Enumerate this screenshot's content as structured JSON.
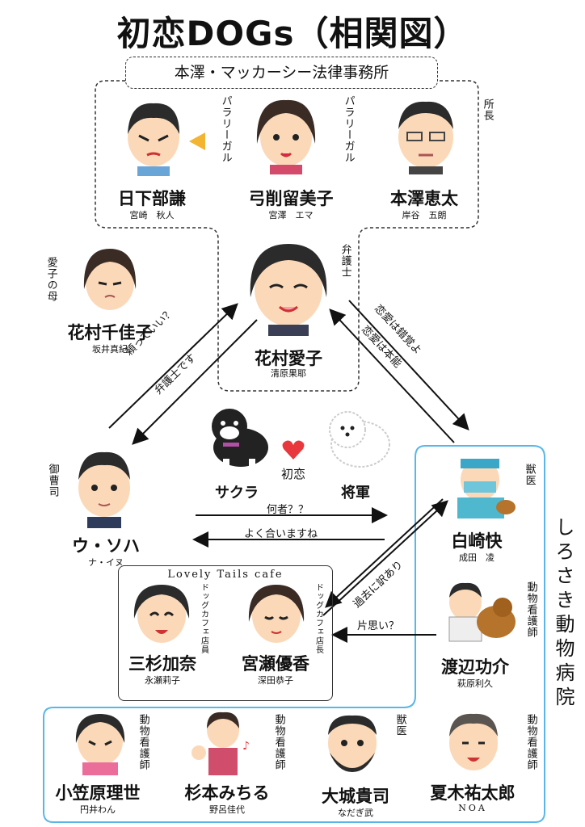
{
  "title": "初恋DOGs（相関図）",
  "firm": {
    "label": "本澤・マッカーシー法律事務所"
  },
  "cafe": {
    "label": "Lovely Tails cafe"
  },
  "hospital": {
    "label": "しろさき動物病院"
  },
  "characters": [
    {
      "id": "kusakabe",
      "name": "日下部謙",
      "actor": "宮崎　秋人",
      "role": ""
    },
    {
      "id": "yuge",
      "name": "弓削留美子",
      "actor": "宮澤　エマ",
      "role": ""
    },
    {
      "id": "honzawa",
      "name": "本澤恵太",
      "actor": "岸谷　五朗",
      "role": "所長"
    },
    {
      "id": "chikako",
      "name": "花村千佳子",
      "actor": "坂井真紀",
      "role": "愛子の母"
    },
    {
      "id": "aiko",
      "name": "花村愛子",
      "actor": "清原果耶",
      "role": "弁護士"
    },
    {
      "id": "sohha",
      "name": "ウ・ソハ",
      "actor": "ナ・イヌ",
      "role": "御曹司"
    },
    {
      "id": "shirosaki",
      "name": "白崎快",
      "actor": "成田　凌",
      "role": "獣医"
    },
    {
      "id": "watanabe",
      "name": "渡辺功介",
      "actor": "萩原利久",
      "role": "動物看護師"
    },
    {
      "id": "misugi",
      "name": "三杉加奈",
      "actor": "永瀬莉子",
      "role": "ドッグカフェ店員"
    },
    {
      "id": "miyase",
      "name": "宮瀬優香",
      "actor": "深田恭子",
      "role": "ドッグカフェ店長"
    },
    {
      "id": "ogasawara",
      "name": "小笠原理世",
      "actor": "円井わん",
      "role": "動物看護師"
    },
    {
      "id": "sugimoto",
      "name": "杉本みちる",
      "actor": "野呂佳代",
      "role": "動物看護師"
    },
    {
      "id": "oshiro",
      "name": "大城貴司",
      "actor": "なだぎ武",
      "role": "獣医"
    },
    {
      "id": "natsuki",
      "name": "夏木祐太郎",
      "actor": "NOA",
      "role": "動物看護師"
    }
  ],
  "paralegal": "パラリーガル",
  "dogs": {
    "sakura": "サクラ",
    "shogun": "将軍",
    "relation": "初恋"
  },
  "relations": {
    "tanondeii": "頼っていい？",
    "bengoshi": "弁護士です",
    "koi_sakkaku": "恋愛は錯覚よ",
    "koi_honno": "恋愛は本能",
    "nanimono": "何者？？",
    "yokuai": "よく合いますね",
    "kako": "過去に訳あり",
    "kataomoi": "片思い？"
  },
  "colors": {
    "hospital_border": "#59b7e8",
    "heart": "#e8383d",
    "skin": "#fbd9b8",
    "hair": "#2b2b2b"
  }
}
